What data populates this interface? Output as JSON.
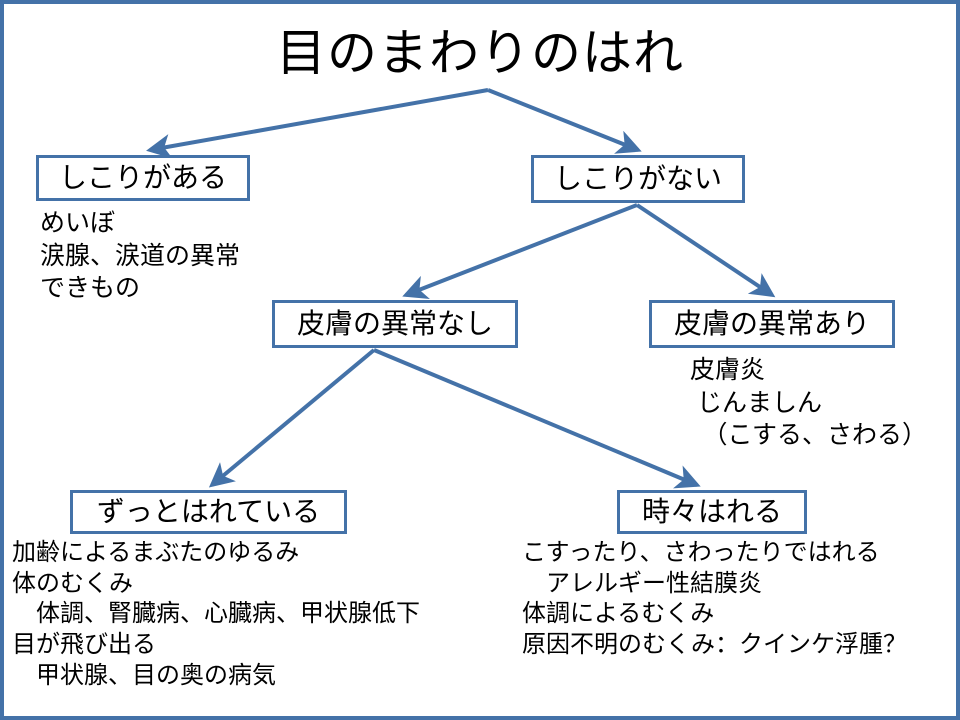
{
  "slide": {
    "title": "目のまわりのはれ",
    "accent_color": "#4472A8",
    "background_color": "#FFFFFF",
    "text_color": "#000000"
  },
  "nodes": {
    "root": {
      "label": "目のまわりのはれ"
    },
    "lump_yes": {
      "label": "しこりがある"
    },
    "lump_no": {
      "label": "しこりがない"
    },
    "skin_normal": {
      "label": "皮膚の異常なし"
    },
    "skin_abnormal": {
      "label": "皮膚の異常あり"
    },
    "always_swollen": {
      "label": "ずっとはれている"
    },
    "sometimes_swollen": {
      "label": "時々はれる"
    }
  },
  "notes": {
    "lump_yes": "めいぼ\n涙腺、涙道の異常\nできもの",
    "skin_abnormal": "皮膚炎\n じんましん\n　（こする、さわる）",
    "always_swollen": "加齢によるまぶたのゆるみ\n体のむくみ\n　体調、腎臓病、心臓病、甲状腺低下\n目が飛び出る\n　甲状腺、目の奥の病気",
    "sometimes_swollen": "こすったり、さわったりではれる\n　アレルギー性結膜炎\n体調によるむくみ\n原因不明のむくみ：クインケ浮腫？"
  },
  "edges": [
    {
      "from": "root",
      "to": "lump_yes"
    },
    {
      "from": "root",
      "to": "lump_no"
    },
    {
      "from": "lump_no",
      "to": "skin_normal"
    },
    {
      "from": "lump_no",
      "to": "skin_abnormal"
    },
    {
      "from": "skin_normal",
      "to": "always_swollen"
    },
    {
      "from": "skin_normal",
      "to": "sometimes_swollen"
    }
  ]
}
